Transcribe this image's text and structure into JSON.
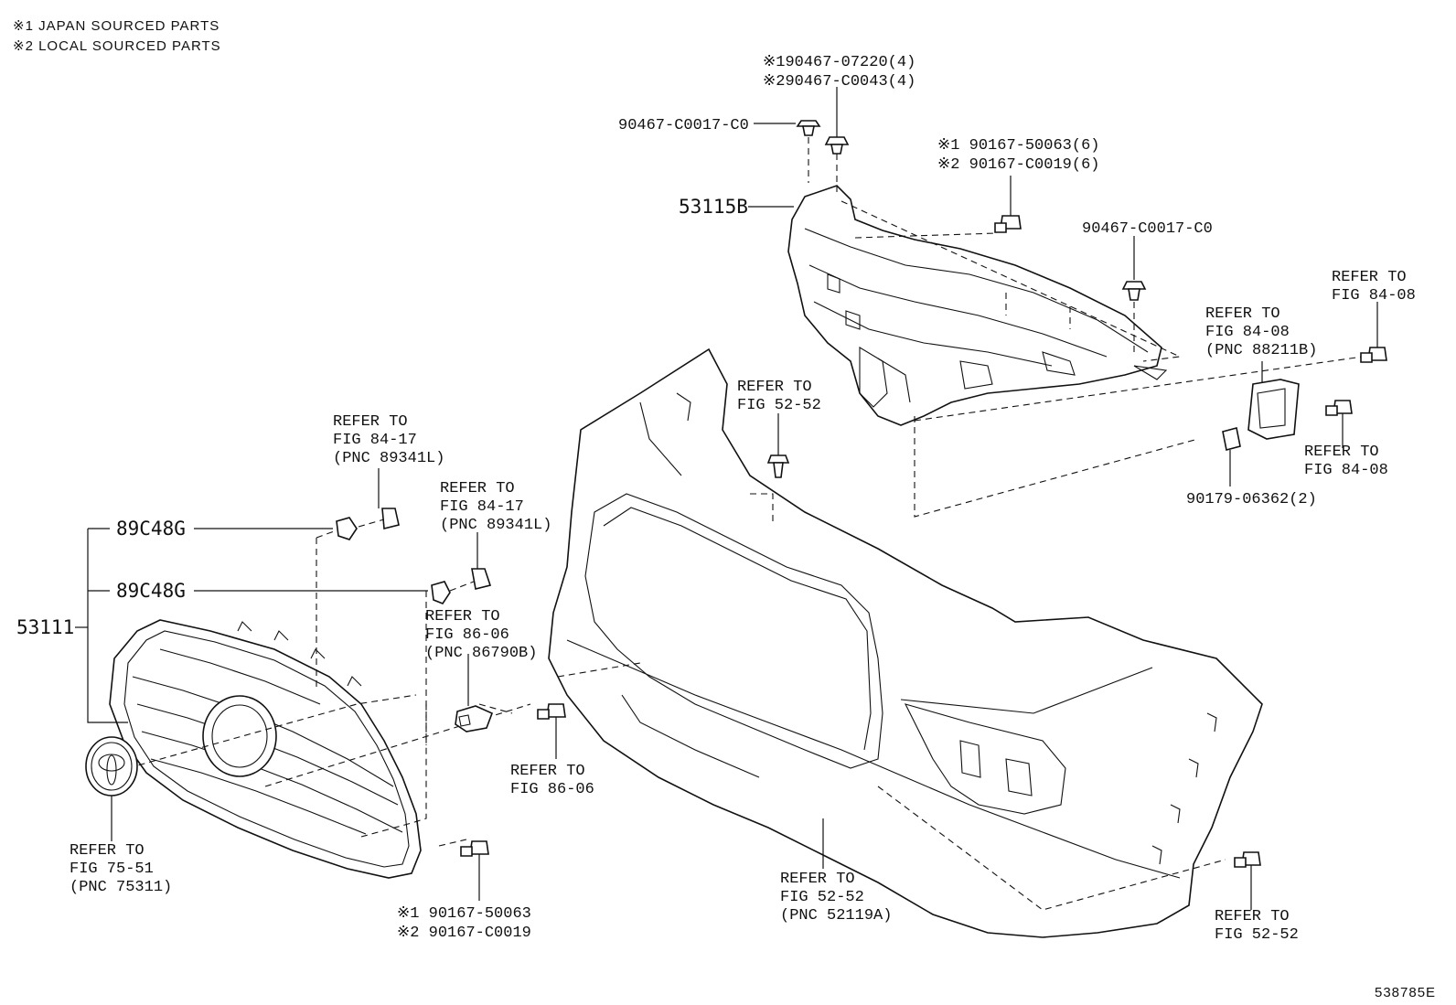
{
  "notes": {
    "note1": "※1 JAPAN SOURCED PARTS",
    "note2": "※2 LOCAL SOURCED PARTS"
  },
  "diagram_id": "538785E",
  "parts": {
    "clip_top_1": "※190467-07220(4)",
    "clip_top_2": "※290467-C0043(4)",
    "clip_left": "90467-C0017-C0",
    "bolt_top_1": "※1 90167-50063(6)",
    "bolt_top_2": "※2 90167-C0019(6)",
    "clip_right": "90467-C0017-C0",
    "support": "53115B",
    "grille_assy": "53111",
    "sensor_bracket_1": "89C48G",
    "sensor_bracket_2": "89C48G",
    "nut": "90179-06362(2)",
    "bolt_bottom_1": "※1 90167-50063",
    "bolt_bottom_2": "※2 90167-C0019"
  },
  "refs": {
    "r_sensor_upper": [
      "REFER TO",
      "FIG 84-17",
      "(PNC 89341L)"
    ],
    "r_sensor_lower": [
      "REFER TO",
      "FIG 84-17",
      "(PNC 89341L)"
    ],
    "r_camera": [
      "REFER TO",
      "FIG 86-06",
      "(PNC 86790B)"
    ],
    "r_camera_bolt": [
      "REFER TO",
      "FIG 86-06"
    ],
    "r_emblem": [
      "REFER TO",
      "FIG 75-51",
      "(PNC 75311)"
    ],
    "r_bumper_clip": [
      "REFER TO",
      "FIG 52-52"
    ],
    "r_bumper": [
      "REFER TO",
      "FIG 52-52",
      "(PNC 52119A)"
    ],
    "r_bumper_screw": [
      "REFER TO",
      "FIG 52-52"
    ],
    "r_radar": [
      "REFER TO",
      "FIG 84-08",
      "(PNC 88211B)"
    ],
    "r_radar_bolt_top": [
      "REFER TO",
      "FIG 84-08"
    ],
    "r_radar_bolt_side": [
      "REFER TO",
      "FIG 84-08"
    ]
  }
}
